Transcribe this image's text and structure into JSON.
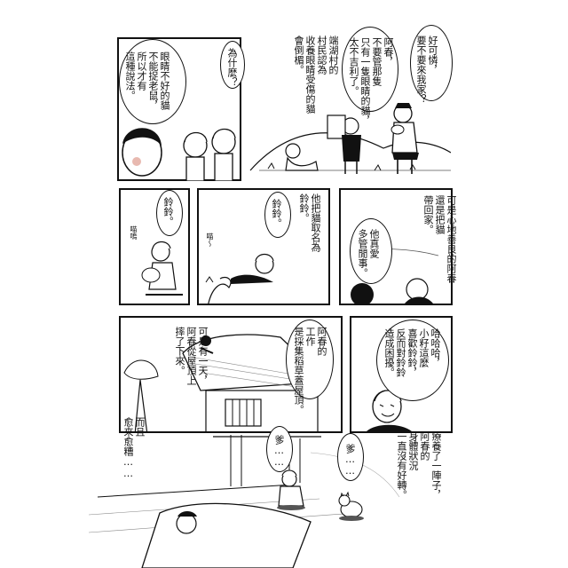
{
  "panels": {
    "p1": {
      "bubbles": [
        "好可憐，\n要不要來我家？",
        "阿春，\n不要管那隻\n只有一隻眼睛的貓，\n太不吉利了。",
        "端湖村的\n村民認為\n收養眼睛受傷的貓\n會倒楣。",
        "為什麼？",
        "眼睛不好的貓\n不能捉老鼠，\n所以才有\n這種說法。"
      ]
    },
    "p2": {
      "bubbles": [
        "鈴鈴。"
      ],
      "sfx": "喵嗚"
    },
    "p3": {
      "bubbles": [
        "鈴鈴。",
        "他把貓取名為\n鈴鈴。"
      ],
      "sfx": "喵～"
    },
    "p4": {
      "bubbles": [
        "可是心地善良的阿春\n還是把貓\n帶回家。",
        "他真愛\n多管閒事。"
      ]
    },
    "p5": {
      "bubbles": [
        "可是有一天，\n阿春從屋頂上\n摔了下來。",
        "阿春的\n工作\n是採集稻草蓋屋頂。"
      ]
    },
    "p6": {
      "bubbles": [
        "哈哈哈，\n小籽這麼\n喜歡鈴鈴，\n反而對鈴鈴\n造成困擾。"
      ]
    },
    "p7": {
      "bubbles": [
        "療養了一陣子，\n阿春的\n身體狀況\n一直沒有好轉。",
        "爹……",
        "爹……",
        "而且\n愈來愈糟……"
      ]
    }
  }
}
